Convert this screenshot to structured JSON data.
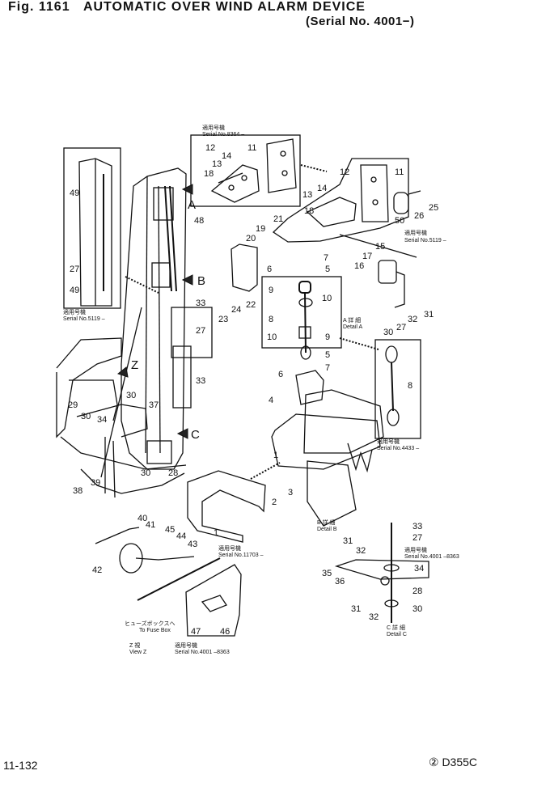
{
  "header": {
    "figure": "Fig. 1161",
    "title": "AUTOMATIC OVER WIND ALARM DEVICE",
    "serial": "(Serial No. 4001−)"
  },
  "footer": {
    "page": "11-132",
    "model": "② D355C"
  },
  "notes": {
    "serial_8364_jp": "適用号機",
    "serial_8364": "Serial No.8364 –",
    "serial_5119_right_jp": "適用号機",
    "serial_5119_right": "Serial No.5119 –",
    "serial_5119_left_jp": "適用号機",
    "serial_5119_left": "Serial No.5119 –",
    "detail_a_jp": "A 詳 細",
    "detail_a": "Detail A",
    "serial_4433_jp": "適用号機",
    "serial_4433": "Serial No.4433 –",
    "detail_b_jp": "B 詳 細",
    "detail_b": "Detail B",
    "serial_11703_jp": "適用号機",
    "serial_11703": "Serial No.11703 –",
    "serial_4001_8363_c_jp": "適用号機",
    "serial_4001_8363_c": "Serial No.4001 –8363",
    "fuse_jp": "ヒューズボックスへ",
    "fuse": "To Fuse Box",
    "view_z_jp": "Z 視",
    "view_z": "View Z",
    "serial_4001_8363_z_jp": "適用号機",
    "serial_4001_8363_z": "Serial No.4001 –8363",
    "detail_c_jp": "C 詳 細",
    "detail_c": "Detail C"
  },
  "view_markers": {
    "a": "A",
    "b": "B",
    "c": "C",
    "z": "Z"
  },
  "callouts": [
    "12",
    "11",
    "13",
    "14",
    "18",
    "12",
    "11",
    "13",
    "14",
    "18",
    "21",
    "19",
    "20",
    "50",
    "26",
    "25",
    "49",
    "27",
    "49",
    "48",
    "7",
    "5",
    "6",
    "9",
    "10",
    "8",
    "10",
    "9",
    "5",
    "6",
    "7",
    "4",
    "22",
    "24",
    "23",
    "15",
    "17",
    "16",
    "31",
    "32",
    "27",
    "30",
    "33",
    "27",
    "33",
    "8",
    "29",
    "30",
    "34",
    "30",
    "37",
    "30",
    "28",
    "38",
    "39",
    "1",
    "2",
    "3",
    "1",
    "40",
    "41",
    "45",
    "44",
    "43",
    "42",
    "47",
    "46",
    "33",
    "31",
    "27",
    "32",
    "35",
    "34",
    "36",
    "28",
    "31",
    "32",
    "30"
  ]
}
